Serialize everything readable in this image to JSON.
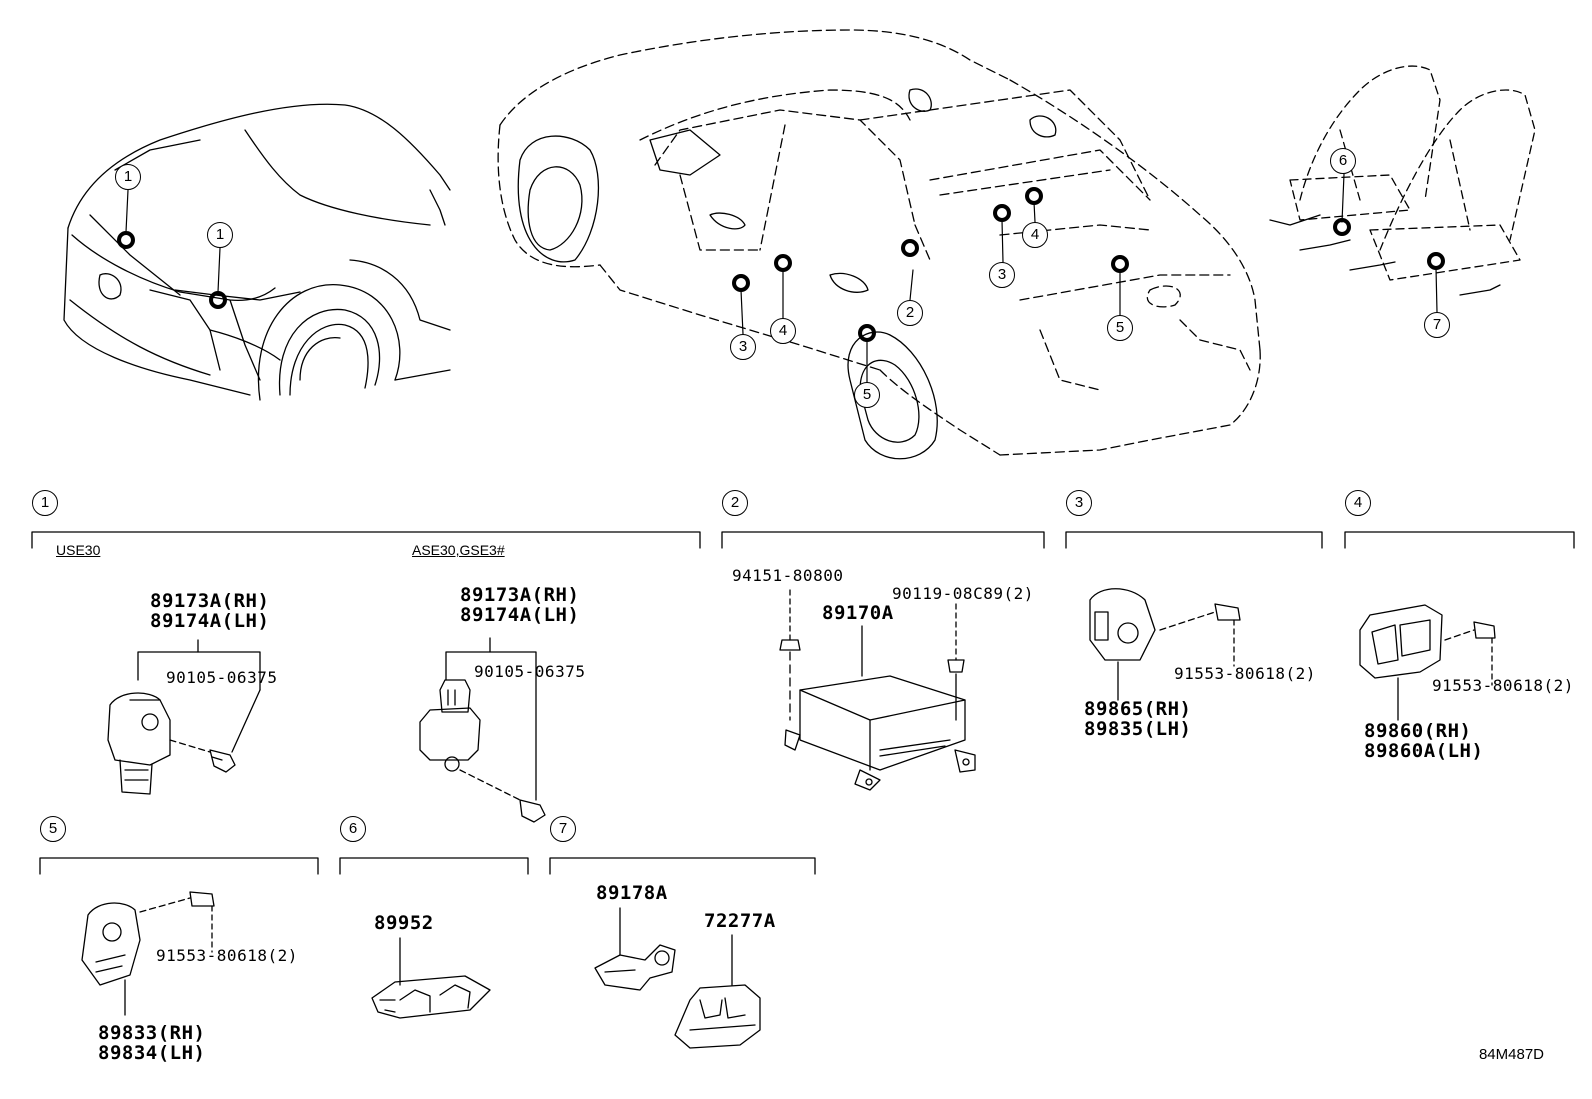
{
  "callouts": {
    "c1": "1",
    "c2": "2",
    "c3": "3",
    "c4": "4",
    "c5": "5",
    "c6": "6",
    "c7": "7"
  },
  "sections": {
    "s1": {
      "number": "1",
      "variant_a": "USE30",
      "variant_b": "ASE30,GSE3#",
      "a_part_rh": "89173A(RH)",
      "a_part_lh": "89174A(LH)",
      "a_bolt": "90105-06375",
      "b_part_rh": "89173A(RH)",
      "b_part_lh": "89174A(LH)",
      "b_bolt": "90105-06375"
    },
    "s2": {
      "number": "2",
      "nut": "94151-80800",
      "module": "89170A",
      "bolt": "90119-08C89(2)"
    },
    "s3": {
      "number": "3",
      "bolt": "91553-80618(2)",
      "part_rh": "89865(RH)",
      "part_lh": "89835(LH)"
    },
    "s4": {
      "number": "4",
      "bolt": "91553-80618(2)",
      "part_rh": "89860(RH)",
      "part_lh": "89860A(LH)"
    },
    "s5": {
      "number": "5",
      "bolt": "91553-80618(2)",
      "part_rh": "89833(RH)",
      "part_lh": "89834(LH)"
    },
    "s6": {
      "number": "6",
      "part": "89952"
    },
    "s7": {
      "number": "7",
      "part_a": "89178A",
      "part_b": "72277A"
    }
  },
  "diagram_code": "84M487D"
}
